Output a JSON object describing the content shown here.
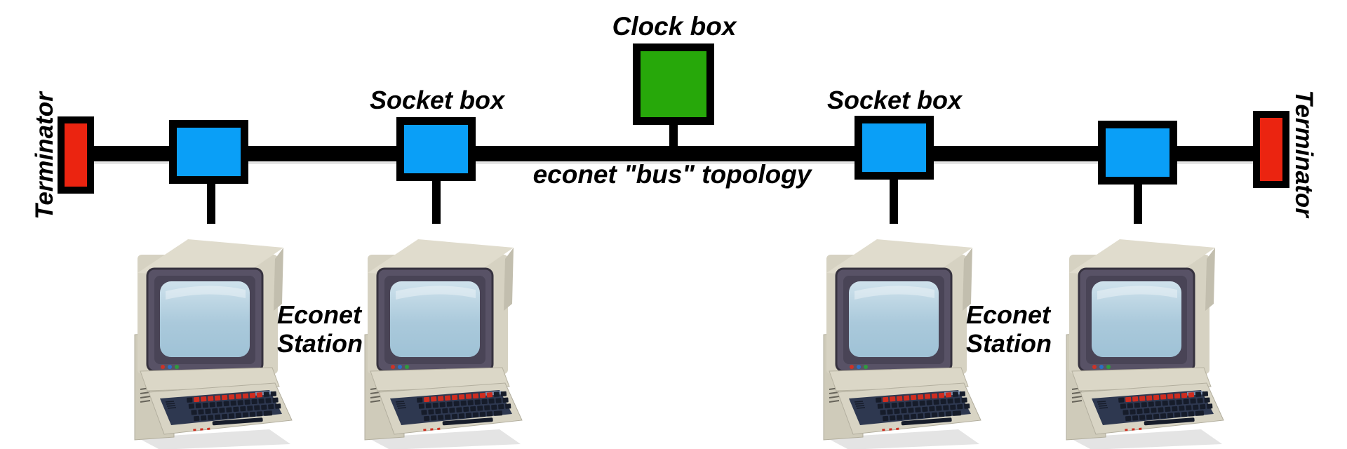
{
  "diagram": {
    "type": "network-topology",
    "caption": "econet \"bus\" topology",
    "labels": {
      "clock_box": "Clock box",
      "socket_box": "Socket box",
      "terminator": "Terminator",
      "station_line1": "Econet",
      "station_line2": "Station"
    },
    "colors": {
      "background": "#ffffff",
      "bus": "#000000",
      "outline": "#000000",
      "socket_box_fill": "#0a9ff7",
      "clock_box_fill": "#27a80a",
      "terminator_fill": "#eb2410"
    },
    "components": {
      "terminator_count": 2,
      "socket_box_count": 4,
      "clock_box_count": 1,
      "station_count": 4
    }
  }
}
